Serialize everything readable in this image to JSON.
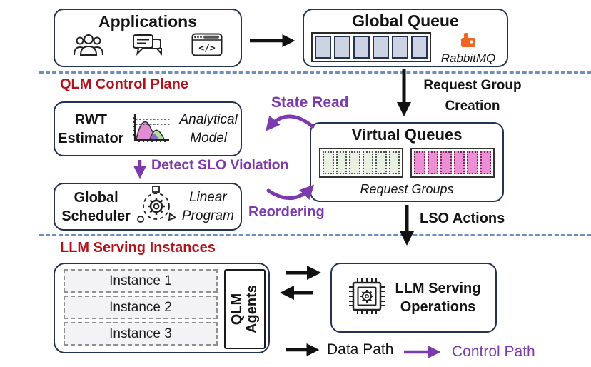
{
  "colors": {
    "box_border": "#243352",
    "section_red": "#b3121c",
    "control_purple": "#7c3aae",
    "separator_blue": "#6a8fc0",
    "queue_slot_blue": "#ccd4e4",
    "vq_slot_green": "#e9f1e2",
    "vq_slot_pink": "#ec8fd4",
    "instance_fill": "#f3f3f5",
    "rabbitmq_orange": "#f16522",
    "data_path_black": "#111111"
  },
  "apps_box": {
    "title": "Applications"
  },
  "global_queue_box": {
    "title": "Global Queue",
    "broker_label": "RabbitMQ",
    "slot_count": 6
  },
  "control_plane": {
    "section_label": "QLM Control Plane",
    "request_group_creation_line1": "Request Group",
    "request_group_creation_line2": "Creation",
    "state_read_label": "State Read",
    "detect_slo_label": "Detect SLO Violation",
    "reordering_label": "Reordering",
    "lso_actions_label": "LSO Actions",
    "rwt_box": {
      "title_line1": "RWT",
      "title_line2": "Estimator",
      "annotation_line1": "Analytical",
      "annotation_line2": "Model"
    },
    "virtual_queues_box": {
      "title": "Virtual Queues",
      "caption": "Request Groups",
      "group_slot_count": 6
    },
    "scheduler_box": {
      "title_line1": "Global",
      "title_line2": "Scheduler",
      "annotation_line1": "Linear",
      "annotation_line2": "Program"
    }
  },
  "serving": {
    "section_label": "LLM Serving Instances",
    "instances": [
      "Instance 1",
      "Instance 2",
      "Instance 3"
    ],
    "agents_line1": "QLM",
    "agents_line2": "Agents",
    "operations_box": {
      "title_line1": "LLM Serving",
      "title_line2": "Operations"
    }
  },
  "legend": {
    "data_path_label": "Data Path",
    "control_path_label": "Control Path"
  }
}
